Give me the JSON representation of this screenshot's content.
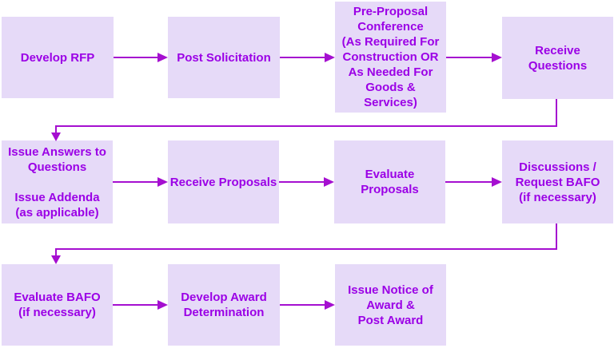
{
  "diagram": {
    "type": "flowchart",
    "colors": {
      "box_fill": "#E6DAF8",
      "ink": "#9B00E6",
      "arrow": "#A50FD0"
    },
    "boxes": [
      {
        "id": "develop-rfp",
        "label": "Develop RFP"
      },
      {
        "id": "post-solicitation",
        "label": "Post Solicitation"
      },
      {
        "id": "pre-proposal-conference",
        "label": "Pre-Proposal\nConference\n(As Required For\nConstruction OR\nAs Needed For\nGoods &\nServices)"
      },
      {
        "id": "receive-questions",
        "label": "Receive\nQuestions"
      },
      {
        "id": "issue-answers",
        "label": "Issue Answers to\nQuestions\n\nIssue Addenda\n(as applicable)"
      },
      {
        "id": "receive-proposals",
        "label": "Receive Proposals"
      },
      {
        "id": "evaluate-proposals",
        "label": "Evaluate\nProposals"
      },
      {
        "id": "discussions-bafo",
        "label": "Discussions /\nRequest BAFO\n(if necessary)"
      },
      {
        "id": "evaluate-bafo",
        "label": "Evaluate BAFO\n(if necessary)"
      },
      {
        "id": "develop-award",
        "label": "Develop Award\nDetermination"
      },
      {
        "id": "issue-notice",
        "label": "Issue Notice of\nAward &\nPost Award"
      }
    ],
    "edges": [
      {
        "from": "develop-rfp",
        "to": "post-solicitation"
      },
      {
        "from": "post-solicitation",
        "to": "pre-proposal-conference"
      },
      {
        "from": "pre-proposal-conference",
        "to": "receive-questions"
      },
      {
        "from": "receive-questions",
        "to": "issue-answers"
      },
      {
        "from": "issue-answers",
        "to": "receive-proposals"
      },
      {
        "from": "receive-proposals",
        "to": "evaluate-proposals"
      },
      {
        "from": "evaluate-proposals",
        "to": "discussions-bafo"
      },
      {
        "from": "discussions-bafo",
        "to": "evaluate-bafo"
      },
      {
        "from": "evaluate-bafo",
        "to": "develop-award"
      },
      {
        "from": "develop-award",
        "to": "issue-notice"
      }
    ]
  }
}
